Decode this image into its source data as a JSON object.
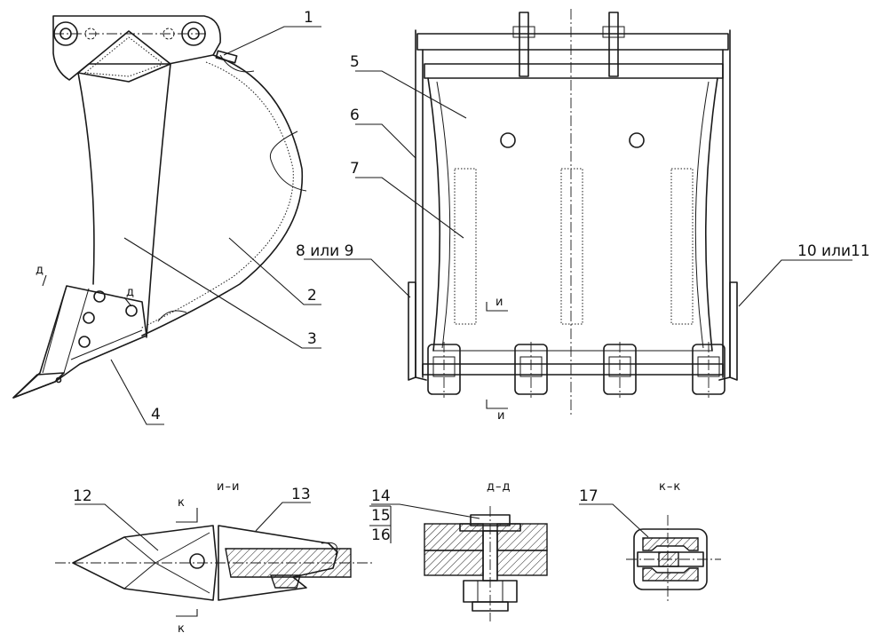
{
  "labels": {
    "l1": "1",
    "l2": "2",
    "l3": "3",
    "l4": "4",
    "l5": "5",
    "l6": "6",
    "l7": "7",
    "l8": "8 или  9",
    "l10": "10  или11",
    "l12": "12",
    "l13": "13",
    "l14": "14",
    "l15": "15",
    "l16": "16",
    "l17": "17"
  },
  "sections": {
    "ii": "и–и",
    "dd": "д–д",
    "kk": "к–к",
    "i": "и",
    "d": "д",
    "k": "к"
  },
  "colors": {
    "line": "#1a1a1a",
    "background": "#ffffff"
  }
}
